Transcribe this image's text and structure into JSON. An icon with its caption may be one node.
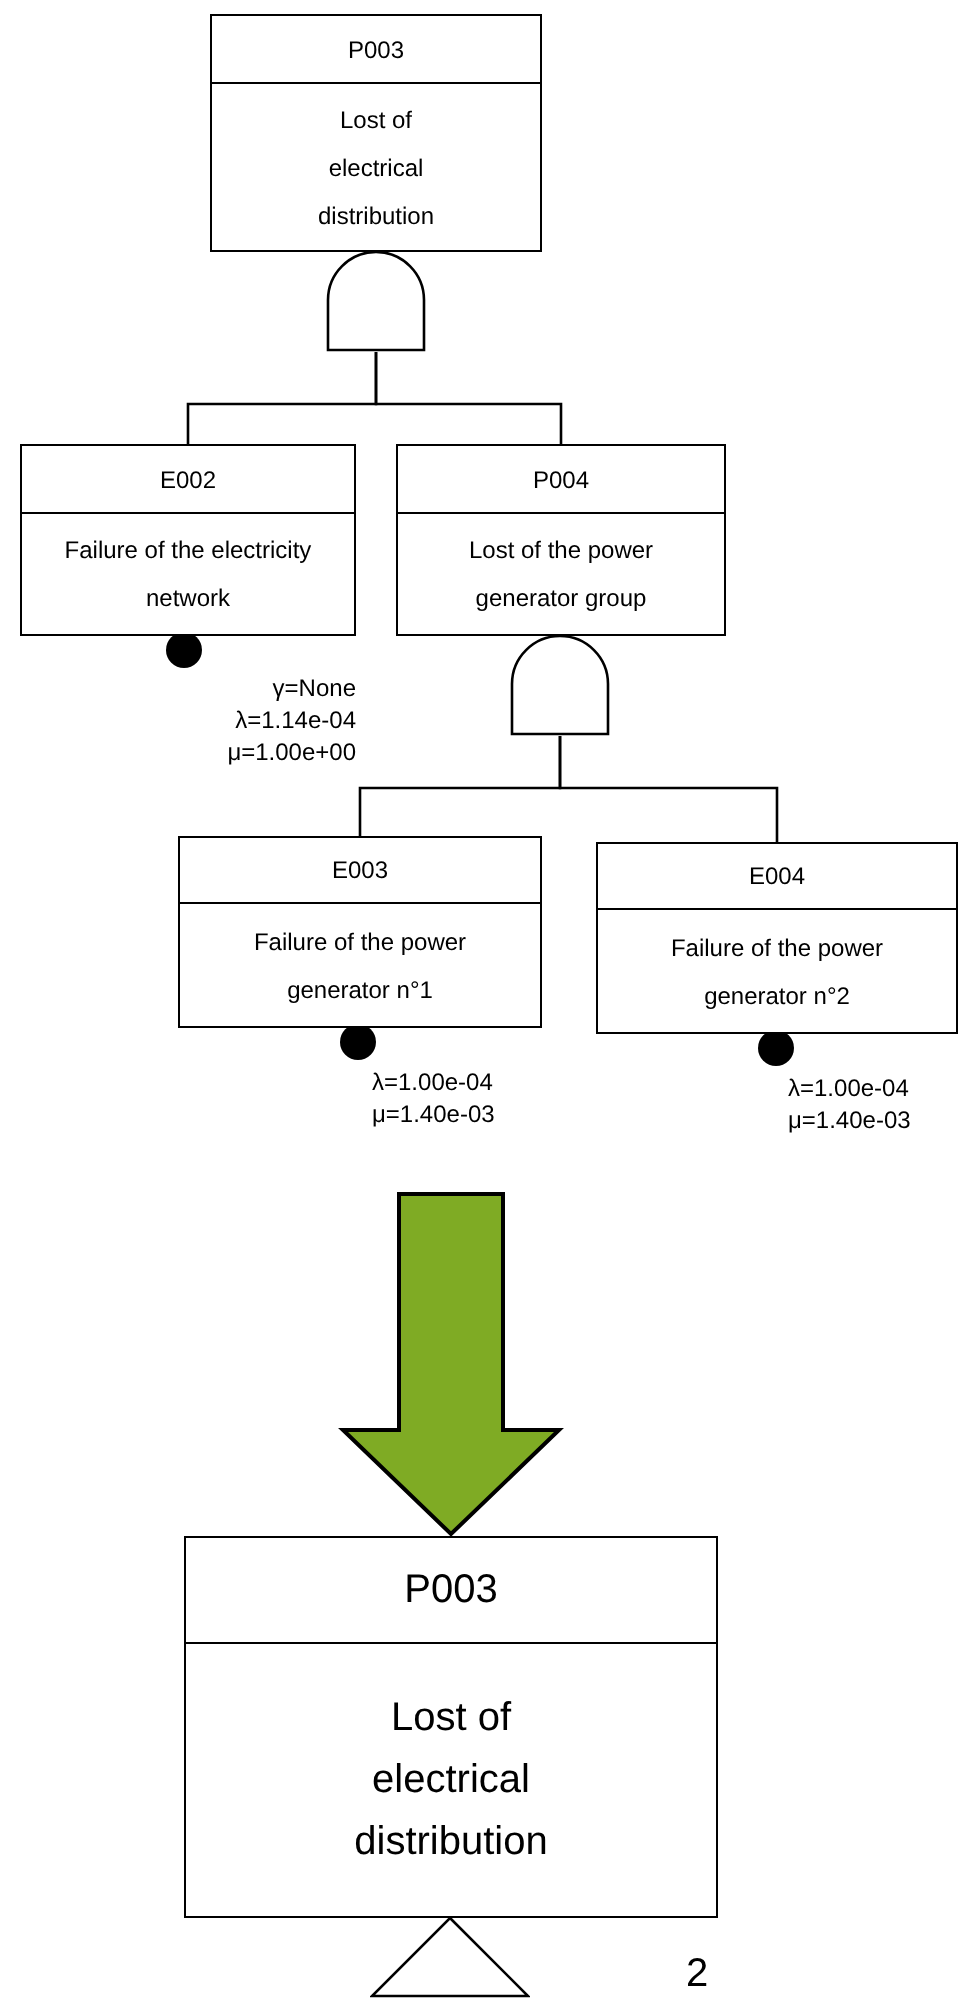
{
  "diagram": {
    "nodes": [
      {
        "text": [
          "P003",
          "Lost of electrical distribution"
        ]
      },
      {
        "text": [],
        "shape": "gate"
      },
      {
        "text": [
          "E002",
          "Failure of the electricity network"
        ],
        "beside": [
          "γ=None λ=1.14e-04 μ=1.00e+00"
        ]
      },
      {
        "text": [
          "P004",
          "Lost of the power generator group"
        ]
      },
      {
        "text": [],
        "shape": "gate"
      },
      {
        "text": [
          "E003",
          "Failure of the power generator n°1"
        ],
        "beside": [
          "λ=1.00e-04 μ=1.40e-03"
        ]
      },
      {
        "text": [
          "E004",
          "Failure of the power generator n°2"
        ],
        "beside": [
          "λ=1.00e-04 μ=1.40e-03"
        ]
      },
      {
        "text": [
          "P003",
          "Lost of electrical distribution"
        ]
      },
      {
        "text": [],
        "shape": "triangle"
      }
    ],
    "edges": [
      {
        "from": 1,
        "to": 2,
        "arrow": "none"
      },
      {
        "from": 1,
        "to": 3,
        "arrow": "none"
      },
      {
        "from": 4,
        "to": 5,
        "arrow": "none"
      },
      {
        "from": 4,
        "to": 6,
        "arrow": "none"
      },
      {
        "from": null,
        "to": 7,
        "arrow": "to",
        "style": "thick",
        "color": "#7fab24"
      }
    ],
    "labels": [
      "2"
    ]
  }
}
